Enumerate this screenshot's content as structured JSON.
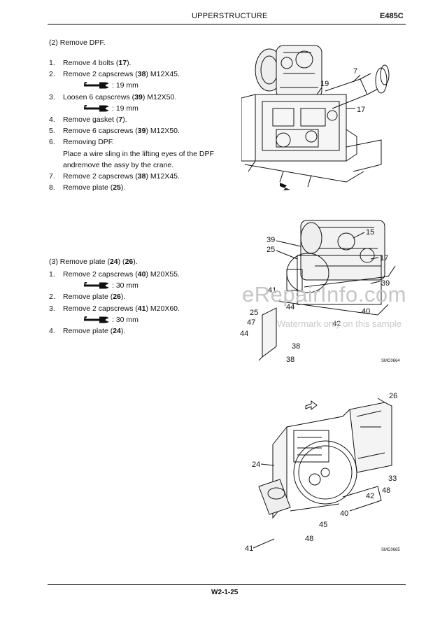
{
  "header": {
    "title": "UPPERSTRUCTURE",
    "model": "E485C"
  },
  "footer": {
    "page": "W2-1-25"
  },
  "section1": {
    "title": "(2) Remove DPF.",
    "steps": [
      {
        "num": "1.",
        "pre": "Remove 4 bolts (",
        "ref": "17",
        "post": ")."
      },
      {
        "num": "2.",
        "pre": "Remove 2 capscrews (",
        "ref": "38",
        "post": ") M12X45.",
        "tool": ": 19 mm"
      },
      {
        "num": "3.",
        "pre": "Loosen 6 capscrews (",
        "ref": "39",
        "post": ") M12X50.",
        "tool": ": 19 mm"
      },
      {
        "num": "4.",
        "pre": "Remove gasket (",
        "ref": "7",
        "post": ")."
      },
      {
        "num": "5.",
        "pre": "Remove 6 capscrews (",
        "ref": "39",
        "post": ") M12X50."
      },
      {
        "num": "6.",
        "text": "Removing DPF.",
        "extra": "Place a wire sling in the lifting eyes of the DPF andremove the assy by the crane."
      },
      {
        "num": "7.",
        "pre": "Remove 2 capscrews (",
        "ref": "38",
        "post": ") M12X45."
      },
      {
        "num": "8.",
        "pre": "Remove plate (",
        "ref": "25",
        "post": ")."
      }
    ]
  },
  "section2": {
    "title_pre": "(3) Remove plate (",
    "title_ref1": "24",
    "title_mid": ") (",
    "title_ref2": "26",
    "title_post": ").",
    "steps": [
      {
        "num": "1.",
        "pre": "Remove 2 capscrews (",
        "ref": "40",
        "post": ") M20X55.",
        "tool": ": 30 mm"
      },
      {
        "num": "2.",
        "pre": "Remove plate (",
        "ref": "26",
        "post": ")."
      },
      {
        "num": "3.",
        "pre": "Remove 2 capscrews (",
        "ref": "41",
        "post": ") M20X60.",
        "tool": ": 30 mm"
      },
      {
        "num": "4.",
        "pre": "Remove plate (",
        "ref": "24",
        "post": ")."
      }
    ]
  },
  "figure1": {
    "callouts": {
      "c7": "7",
      "c19": "19",
      "c17": "17"
    }
  },
  "figure2": {
    "callouts": {
      "c39a": "39",
      "c25a": "25",
      "c15": "15",
      "c17": "17",
      "c39b": "39",
      "c41": "41",
      "c44a": "44",
      "c25b": "25",
      "c40": "40",
      "c47": "47",
      "c42": "42",
      "c44b": "44",
      "c38a": "38",
      "c38b": "38"
    },
    "code": "SMC0664"
  },
  "figure3": {
    "callouts": {
      "c26": "26",
      "c24": "24",
      "c33": "33",
      "c48a": "48",
      "c42": "42",
      "c40": "40",
      "c45": "45",
      "c48b": "48",
      "c41": "41"
    },
    "code": "SMC0665"
  },
  "watermark": {
    "line1": "eRepairInfo.com",
    "line2": "Watermark only on this sample"
  },
  "colors": {
    "text": "#111111",
    "watermark": "#c6c6c6"
  }
}
